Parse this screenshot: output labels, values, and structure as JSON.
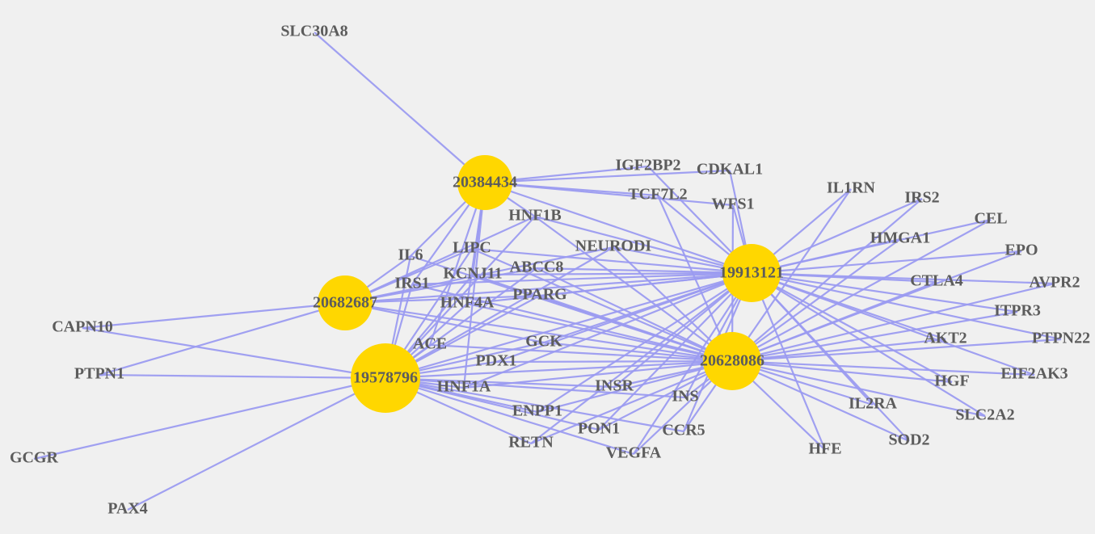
{
  "network": {
    "hub_color": "#FFD700",
    "edge_color": "#9B9BF0",
    "label_color": "#5C5C5C",
    "background": "#F0F0F0",
    "hubs": [
      {
        "id": "19913121",
        "label": "19913121"
      },
      {
        "id": "20628086",
        "label": "20628086"
      },
      {
        "id": "20384434",
        "label": "20384434"
      },
      {
        "id": "20682687",
        "label": "20682687"
      },
      {
        "id": "19578796",
        "label": "19578796"
      }
    ],
    "genes": [
      "SLC30A8",
      "IGF2BP2",
      "CDKAL1",
      "TCF7L2",
      "WFS1",
      "IL1RN",
      "IRS2",
      "CEL",
      "HMGA1",
      "EPO",
      "AVPR2",
      "CTLA4",
      "ITPR3",
      "PTPN22",
      "AKT2",
      "EIF2AK3",
      "HGF",
      "SLC2A2",
      "IL2RA",
      "SOD2",
      "HFE",
      "HNF1B",
      "NEURODI",
      "LIPC",
      "IL6",
      "KCNJ11",
      "ABCC8",
      "IRS1",
      "PPARG",
      "HNF4A",
      "ACE",
      "GCK",
      "PDX1",
      "HNF1A",
      "INSR",
      "INS",
      "ENPP1",
      "PON1",
      "CCR5",
      "RETN",
      "VEGFA",
      "CAPN10",
      "PTPN1",
      "GCGR",
      "PAX4"
    ],
    "edges": [
      [
        "20384434",
        "SLC30A8"
      ],
      [
        "20384434",
        "IGF2BP2"
      ],
      [
        "20384434",
        "CDKAL1"
      ],
      [
        "20384434",
        "TCF7L2"
      ],
      [
        "20384434",
        "WFS1"
      ],
      [
        "20384434",
        "HNF1B"
      ],
      [
        "20384434",
        "IL6"
      ],
      [
        "20384434",
        "IRS1"
      ],
      [
        "20384434",
        "HNF4A"
      ],
      [
        "20384434",
        "KCNJ11"
      ],
      [
        "20384434",
        "HNF1A"
      ],
      [
        "20384434",
        "ACE"
      ],
      [
        "20384434",
        "19913121"
      ],
      [
        "20682687",
        "LIPC"
      ],
      [
        "20682687",
        "ABCC8"
      ],
      [
        "20682687",
        "NEURODI"
      ],
      [
        "20682687",
        "IL6"
      ],
      [
        "20682687",
        "CAPN10"
      ],
      [
        "20682687",
        "PTPN1"
      ],
      [
        "20682687",
        "19913121"
      ],
      [
        "20682687",
        "20628086"
      ],
      [
        "20682687",
        "GCK"
      ],
      [
        "20682687",
        "PPARG"
      ],
      [
        "20682687",
        "HNF1B"
      ],
      [
        "19578796",
        "CAPN10"
      ],
      [
        "19578796",
        "PTPN1"
      ],
      [
        "19578796",
        "GCGR"
      ],
      [
        "19578796",
        "PAX4"
      ],
      [
        "19578796",
        "IL6"
      ],
      [
        "19578796",
        "IRS1"
      ],
      [
        "19578796",
        "KCNJ11"
      ],
      [
        "19578796",
        "LIPC"
      ],
      [
        "19578796",
        "ABCC8"
      ],
      [
        "19578796",
        "PPARG"
      ],
      [
        "19578796",
        "HNF4A"
      ],
      [
        "19578796",
        "ACE"
      ],
      [
        "19578796",
        "GCK"
      ],
      [
        "19578796",
        "PDX1"
      ],
      [
        "19578796",
        "HNF1A"
      ],
      [
        "19578796",
        "ENPP1"
      ],
      [
        "19578796",
        "RETN"
      ],
      [
        "19578796",
        "PON1"
      ],
      [
        "19578796",
        "CCR5"
      ],
      [
        "19578796",
        "VEGFA"
      ],
      [
        "19578796",
        "INSR"
      ],
      [
        "19578796",
        "INS"
      ],
      [
        "19578796",
        "19913121"
      ],
      [
        "19578796",
        "20628086"
      ],
      [
        "19578796",
        "HNF1B"
      ],
      [
        "19578796",
        "NEURODI"
      ],
      [
        "19913121",
        "IGF2BP2"
      ],
      [
        "19913121",
        "CDKAL1"
      ],
      [
        "19913121",
        "TCF7L2"
      ],
      [
        "19913121",
        "WFS1"
      ],
      [
        "19913121",
        "IL1RN"
      ],
      [
        "19913121",
        "IRS2"
      ],
      [
        "19913121",
        "CEL"
      ],
      [
        "19913121",
        "HMGA1"
      ],
      [
        "19913121",
        "EPO"
      ],
      [
        "19913121",
        "AVPR2"
      ],
      [
        "19913121",
        "CTLA4"
      ],
      [
        "19913121",
        "ITPR3"
      ],
      [
        "19913121",
        "PTPN22"
      ],
      [
        "19913121",
        "AKT2"
      ],
      [
        "19913121",
        "EIF2AK3"
      ],
      [
        "19913121",
        "HGF"
      ],
      [
        "19913121",
        "SLC2A2"
      ],
      [
        "19913121",
        "IL2RA"
      ],
      [
        "19913121",
        "SOD2"
      ],
      [
        "19913121",
        "HFE"
      ],
      [
        "19913121",
        "HNF1B"
      ],
      [
        "19913121",
        "NEURODI"
      ],
      [
        "19913121",
        "LIPC"
      ],
      [
        "19913121",
        "KCNJ11"
      ],
      [
        "19913121",
        "ABCC8"
      ],
      [
        "19913121",
        "IRS1"
      ],
      [
        "19913121",
        "PPARG"
      ],
      [
        "19913121",
        "HNF4A"
      ],
      [
        "19913121",
        "GCK"
      ],
      [
        "19913121",
        "PDX1"
      ],
      [
        "19913121",
        "HNF1A"
      ],
      [
        "19913121",
        "INSR"
      ],
      [
        "19913121",
        "INS"
      ],
      [
        "19913121",
        "ENPP1"
      ],
      [
        "19913121",
        "PON1"
      ],
      [
        "19913121",
        "CCR5"
      ],
      [
        "19913121",
        "RETN"
      ],
      [
        "19913121",
        "VEGFA"
      ],
      [
        "20628086",
        "TCF7L2"
      ],
      [
        "20628086",
        "WFS1"
      ],
      [
        "20628086",
        "IL1RN"
      ],
      [
        "20628086",
        "IRS2"
      ],
      [
        "20628086",
        "CEL"
      ],
      [
        "20628086",
        "HMGA1"
      ],
      [
        "20628086",
        "EPO"
      ],
      [
        "20628086",
        "AVPR2"
      ],
      [
        "20628086",
        "CTLA4"
      ],
      [
        "20628086",
        "ITPR3"
      ],
      [
        "20628086",
        "PTPN22"
      ],
      [
        "20628086",
        "AKT2"
      ],
      [
        "20628086",
        "EIF2AK3"
      ],
      [
        "20628086",
        "HGF"
      ],
      [
        "20628086",
        "SLC2A2"
      ],
      [
        "20628086",
        "IL2RA"
      ],
      [
        "20628086",
        "SOD2"
      ],
      [
        "20628086",
        "HFE"
      ],
      [
        "20628086",
        "HNF1B"
      ],
      [
        "20628086",
        "NEURODI"
      ],
      [
        "20628086",
        "LIPC"
      ],
      [
        "20628086",
        "KCNJ11"
      ],
      [
        "20628086",
        "ABCC8"
      ],
      [
        "20628086",
        "IRS1"
      ],
      [
        "20628086",
        "PPARG"
      ],
      [
        "20628086",
        "HNF4A"
      ],
      [
        "20628086",
        "ACE"
      ],
      [
        "20628086",
        "GCK"
      ],
      [
        "20628086",
        "PDX1"
      ],
      [
        "20628086",
        "HNF1A"
      ],
      [
        "20628086",
        "INSR"
      ],
      [
        "20628086",
        "INS"
      ],
      [
        "20628086",
        "ENPP1"
      ],
      [
        "20628086",
        "PON1"
      ],
      [
        "20628086",
        "CCR5"
      ],
      [
        "20628086",
        "RETN"
      ],
      [
        "20628086",
        "VEGFA"
      ],
      [
        "20628086",
        "IL6"
      ]
    ]
  }
}
